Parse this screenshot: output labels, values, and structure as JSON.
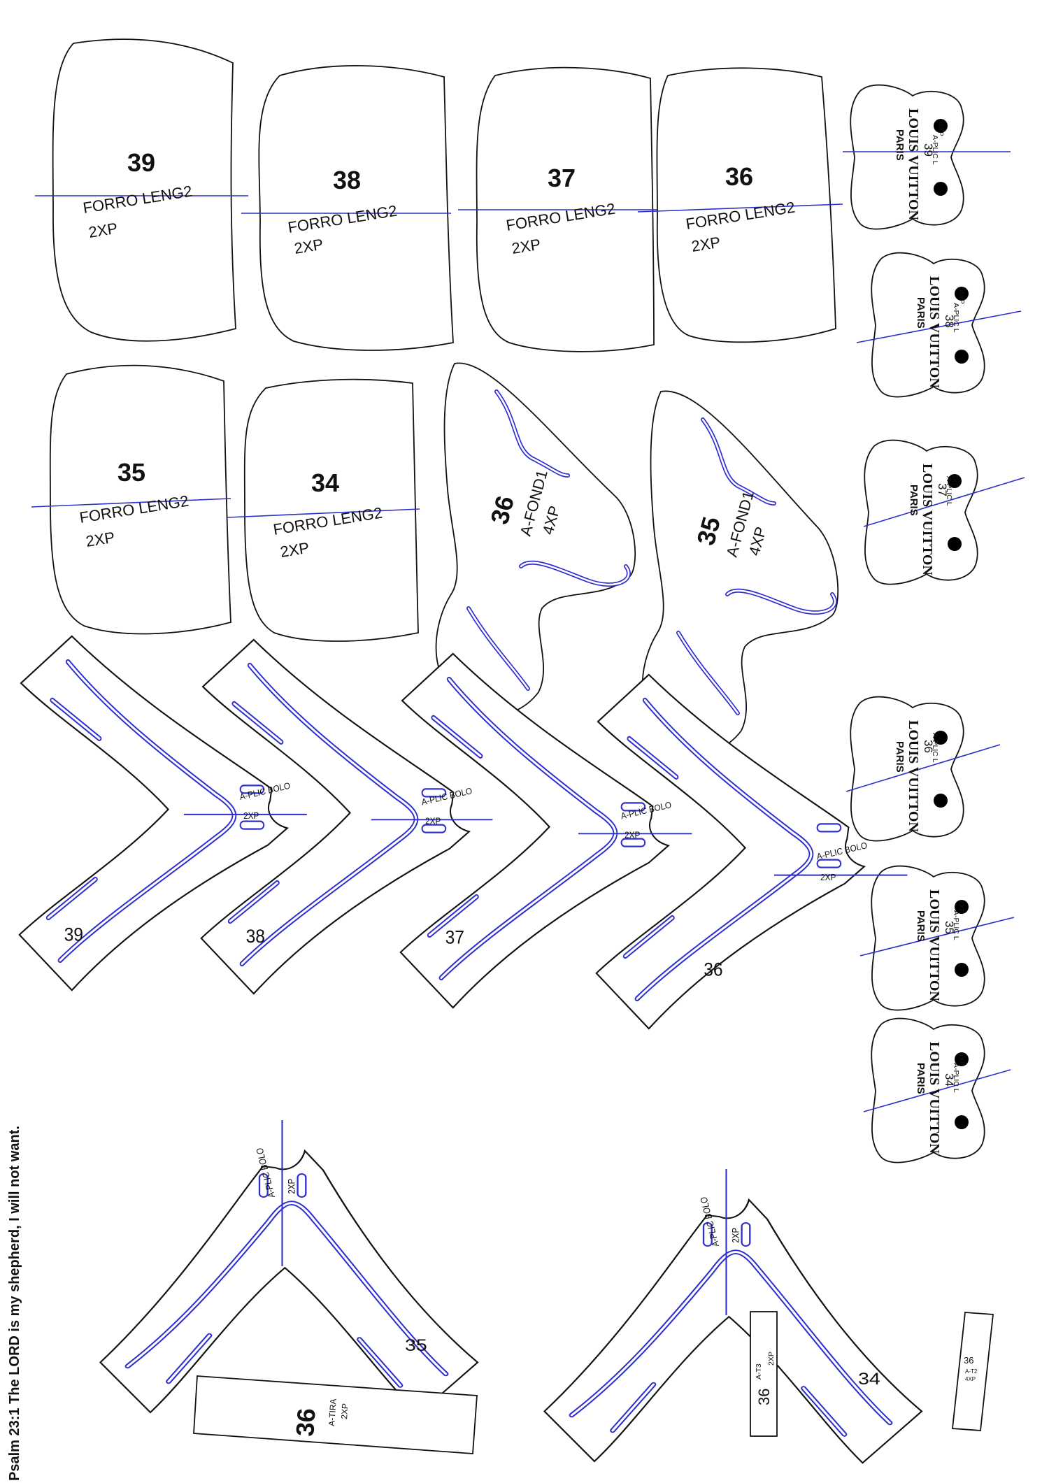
{
  "footer": {
    "verse": "Psalm 23:1 The LORD is my shepherd, I will not want."
  },
  "forro": [
    {
      "size": "39",
      "label": "FORRO LENG2",
      "qty": "2XP"
    },
    {
      "size": "38",
      "label": "FORRO LENG2",
      "qty": "2XP"
    },
    {
      "size": "37",
      "label": "FORRO LENG2",
      "qty": "2XP"
    },
    {
      "size": "36",
      "label": "FORRO LENG2",
      "qty": "2XP"
    },
    {
      "size": "35",
      "label": "FORRO LENG2",
      "qty": "2XP"
    },
    {
      "size": "34",
      "label": "FORRO LENG2",
      "qty": "2XP"
    }
  ],
  "fond": [
    {
      "size": "36",
      "label": "A-FOND1",
      "qty": "4XP"
    },
    {
      "size": "35",
      "label": "A-FOND1",
      "qty": "4XP"
    }
  ],
  "plic": [
    {
      "size": "39",
      "label": "A-PLIC L",
      "qty": "4XP",
      "brand": "LOUIS VUITTON",
      "city": "PARIS"
    },
    {
      "size": "38",
      "label": "A-PLIC L",
      "qty": "4XP",
      "brand": "LOUIS VUITTON",
      "city": "PARIS"
    },
    {
      "size": "37",
      "label": "A-PLIC L",
      "qty": "4XP",
      "brand": "LOUIS VUITTON",
      "city": "PARIS"
    },
    {
      "size": "36",
      "label": "A-PLIC L",
      "qty": "4XP",
      "brand": "LOUIS VUITTON",
      "city": "PARIS"
    },
    {
      "size": "35",
      "label": "A-PLIC L",
      "qty": "4XP",
      "brand": "LOUIS VUITTON",
      "city": "PARIS"
    },
    {
      "size": "34",
      "label": "A-PLIC L",
      "qty": "4XP",
      "brand": "LOUIS VUITTON",
      "city": "PARIS"
    }
  ],
  "bolo": [
    {
      "size": "39",
      "label": "A-PLIC BOLO",
      "qty": "2XP"
    },
    {
      "size": "38",
      "label": "A-PLIC BOLO",
      "qty": "2XP"
    },
    {
      "size": "37",
      "label": "A-PLIC BOLO",
      "qty": "2XP"
    },
    {
      "size": "36",
      "label": "A-PLIC BOLO",
      "qty": "2XP"
    },
    {
      "size": "35",
      "label": "A-PLIC BOLO",
      "qty": "2XP"
    },
    {
      "size": "34",
      "label": "A-PLIC BOLO",
      "qty": "2XP"
    }
  ],
  "strips": [
    {
      "size": "36",
      "label": "A-TIRA",
      "qty": "2XP"
    },
    {
      "size": "36",
      "label": "A-T3",
      "qty": "2XP"
    },
    {
      "size": "36",
      "label": "A-T2",
      "qty": "4XP"
    }
  ],
  "colors": {
    "outline": "#111111",
    "cut_line": "#2d2fc9",
    "groove": "#2f2fd0",
    "hole": "#000000"
  }
}
